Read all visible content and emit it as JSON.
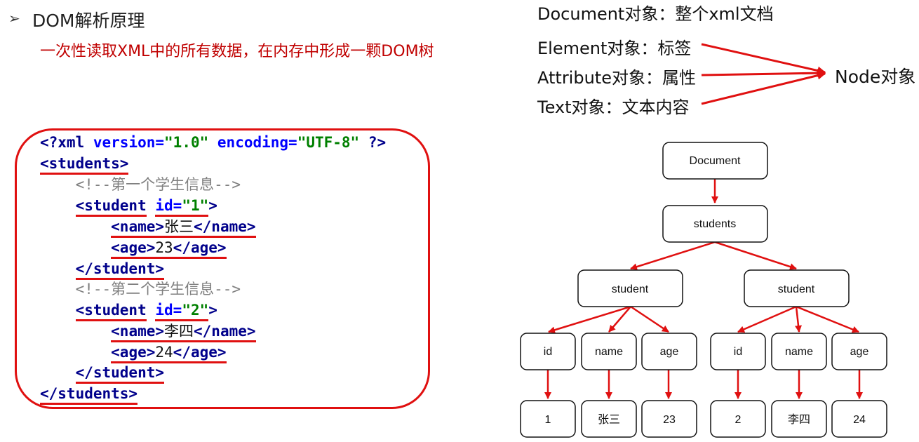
{
  "header": {
    "bullet": "➢",
    "title": "DOM解析原理",
    "subtitle": "一次性读取XML中的所有数据，在内存中形成一颗DOM树"
  },
  "objects": {
    "document": "Document对象：整个xml文档",
    "element": "Element对象：标签",
    "attribute": "Attribute对象：属性",
    "text": "Text对象：文本内容",
    "node": "Node对象"
  },
  "xml": {
    "decl_open": "<?xml",
    "decl_version_attr": "version=",
    "decl_version_val": "\"1.0\"",
    "decl_encoding_attr": "encoding=",
    "decl_encoding_val": "\"UTF-8\"",
    "decl_close": "?>",
    "students_open": "<students>",
    "comment1": "<!--第一个学生信息-->",
    "student1_tag": "<student",
    "id_attr": "id=",
    "student1_id": "\"1\"",
    "gt": ">",
    "name_open": "<name>",
    "name1": "张三",
    "name_close": "</name>",
    "age_open": "<age>",
    "age1": "23",
    "age_close": "</age>",
    "student_close": "</student>",
    "comment2": "<!--第二个学生信息-->",
    "student2_id": "\"2\"",
    "name2": "李四",
    "age2": "24",
    "students_close": "</students>"
  },
  "tree": {
    "root": "Document",
    "students": "students",
    "student": "student",
    "fields": [
      "id",
      "name",
      "age"
    ],
    "values1": [
      "1",
      "张三",
      "23"
    ],
    "values2": [
      "2",
      "李四",
      "24"
    ]
  },
  "colors": {
    "accent": "#e01010",
    "subtitle": "#c00000",
    "tag": "#00008b",
    "attribute": "#0000ff",
    "string": "#008000",
    "comment": "#7f7f7f"
  }
}
